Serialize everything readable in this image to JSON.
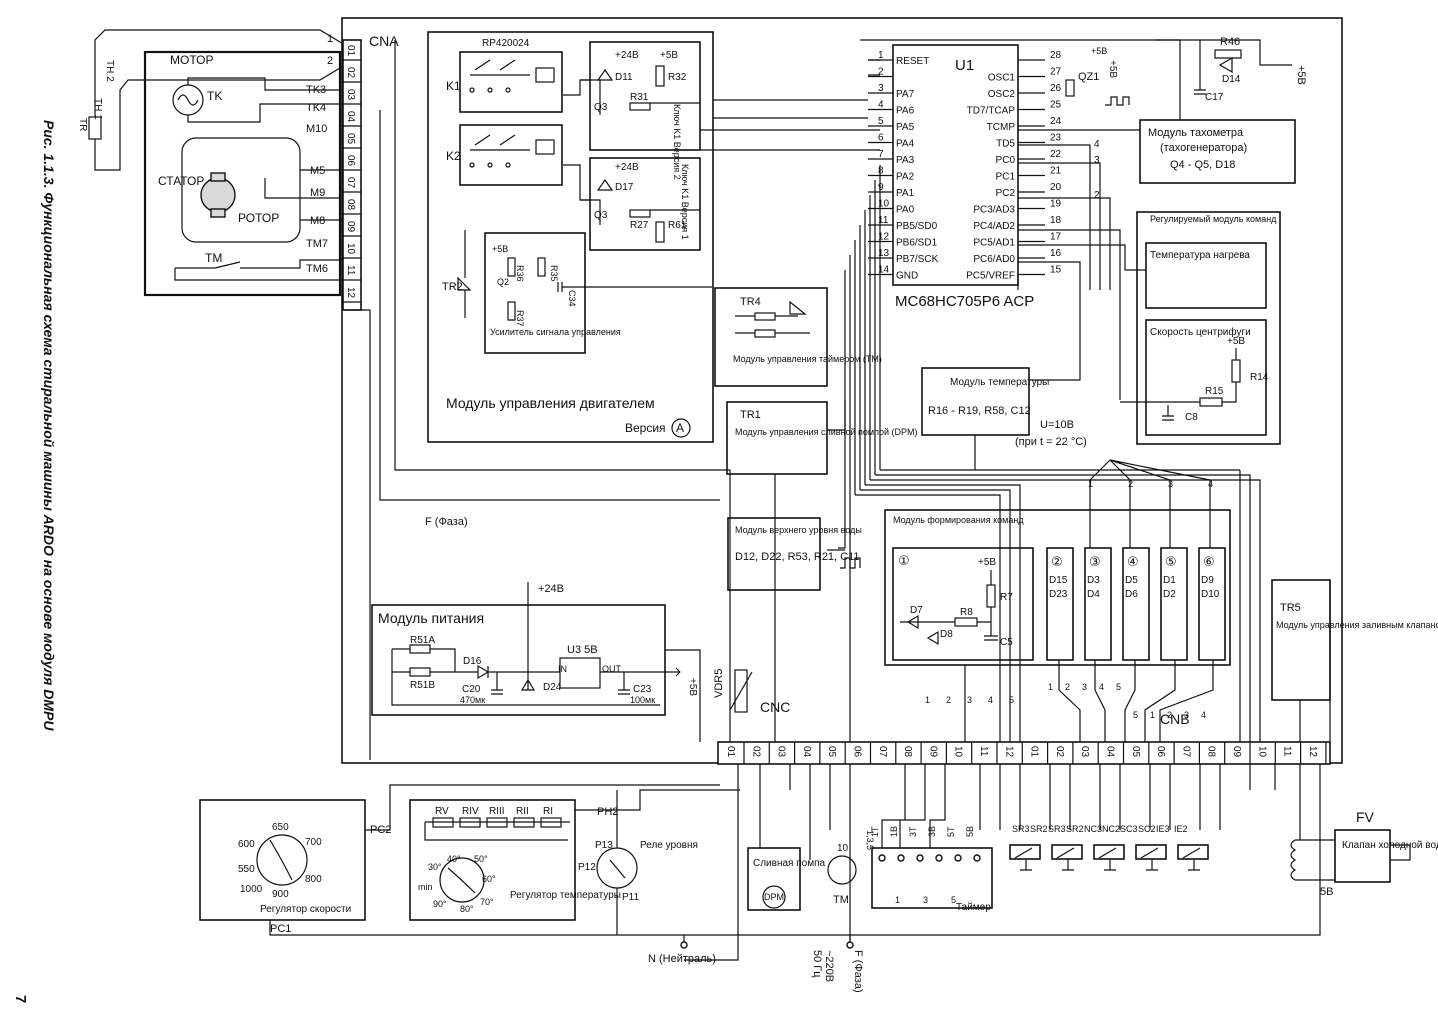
{
  "caption": "Рис. 1.1.3. Функциональная схема стиральной машины ARDO на основе модуля DMPU",
  "page_number": "7",
  "connectors": {
    "cna": "CNA",
    "cnb": "CNB",
    "cnc": "CNC",
    "cna_pins": [
      "01",
      "02",
      "03",
      "04",
      "05",
      "06",
      "07",
      "08",
      "09",
      "10",
      "11",
      "12"
    ],
    "cna_wires": [
      "TK3",
      "TK4",
      "M10",
      "M5",
      "M9",
      "M8",
      "TM7",
      "TM6"
    ],
    "cna_outer": [
      "1",
      "2"
    ],
    "cnc_pins": [
      "01",
      "02",
      "03",
      "04",
      "05",
      "06",
      "07",
      "08",
      "09",
      "10",
      "11",
      "12"
    ],
    "cnb_pins": [
      "01",
      "02",
      "03",
      "04",
      "05",
      "06",
      "07",
      "08",
      "09",
      "10",
      "11",
      "12"
    ]
  },
  "motor": {
    "title": "МОТОР",
    "tk": "TK",
    "stator": "СТАТОР",
    "rotor": "РОТОР",
    "tm": "TM",
    "th1": "TH 1",
    "th2": "TH 2",
    "tr": "TR"
  },
  "motor_module": {
    "title": "Модуль управления двигателем",
    "version": "Версия",
    "version_mark": "A",
    "relay_part": "RP420024",
    "k1": "K1",
    "k2": "K2",
    "v24": "+24В",
    "v5": "+5В",
    "key1_ver2": "Ключ K1 Версия 2",
    "key1_ver1": "Ключ K1 Версия 1",
    "parts1": [
      "D11",
      "R31",
      "R32",
      "Q3"
    ],
    "parts2": [
      "D17",
      "R27",
      "R61",
      "Q3"
    ],
    "amp_title": "Усилитель сигнала управления",
    "amp_parts": [
      "+5В",
      "R36",
      "R35",
      "Q2",
      "R37",
      "C34"
    ],
    "tr2": "TR2"
  },
  "mcu": {
    "name": "U1",
    "part": "MC68HC705P6 ACP",
    "left_pins": [
      {
        "n": "1",
        "label": "RESET"
      },
      {
        "n": "2",
        "label": ""
      },
      {
        "n": "3",
        "label": "PA7"
      },
      {
        "n": "4",
        "label": "PA6"
      },
      {
        "n": "5",
        "label": "PA5"
      },
      {
        "n": "6",
        "label": "PA4"
      },
      {
        "n": "7",
        "label": "PA3"
      },
      {
        "n": "8",
        "label": "PA2"
      },
      {
        "n": "9",
        "label": "PA1"
      },
      {
        "n": "10",
        "label": "PA0"
      },
      {
        "n": "11",
        "label": "PB5/SD0"
      },
      {
        "n": "12",
        "label": "PB6/SD1"
      },
      {
        "n": "13",
        "label": "PB7/SCK"
      },
      {
        "n": "14",
        "label": "GND"
      }
    ],
    "right_pins": [
      {
        "n": "28",
        "label": ""
      },
      {
        "n": "27",
        "label": "OSC1"
      },
      {
        "n": "26",
        "label": "OSC2"
      },
      {
        "n": "25",
        "label": "TD7/TCAP"
      },
      {
        "n": "24",
        "label": "TCMP"
      },
      {
        "n": "23",
        "label": "TD5"
      },
      {
        "n": "22",
        "label": "PC0"
      },
      {
        "n": "21",
        "label": "PC1"
      },
      {
        "n": "20",
        "label": "PC2"
      },
      {
        "n": "19",
        "label": "PC3/AD3"
      },
      {
        "n": "18",
        "label": "PC4/AD2"
      },
      {
        "n": "17",
        "label": "PC5/AD1"
      },
      {
        "n": "16",
        "label": "PC6/AD0"
      },
      {
        "n": "15",
        "label": "PC5/VREF"
      }
    ],
    "bus_marks": [
      "4",
      "3",
      "2"
    ],
    "v5": "+5В",
    "qz1": "QZ1",
    "r46": "R46",
    "d14": "D14",
    "c17": "C17",
    "v5b": "+5В"
  },
  "tacho": {
    "text": [
      "Модуль тахометра",
      "(тахогенератора)",
      "Q4 - Q5, D18"
    ]
  },
  "cmd_module": {
    "title": "Регулируемый модуль команд",
    "temp": "Температура нагрева",
    "spin": "Скорость центрифуги",
    "parts": [
      "+5В",
      "R14",
      "R15",
      "C8"
    ]
  },
  "timer_module": {
    "tr4": "TR4",
    "title": "Модуль управления таймером (TM)"
  },
  "pump_module": {
    "tr1": "TR1",
    "title": "Модуль управления сливной помпой (DPM)"
  },
  "temp_module": {
    "title": "Модуль температуры",
    "parts": "R16 - R19, R58, C12",
    "u": "U=10В",
    "cond": "(при t = 22 °C)"
  },
  "water_module": {
    "title": "Модуль верхнего уровня воды",
    "parts": "D12, D22, R53, R21, C11"
  },
  "phase_label": "F (Фаза)",
  "command_module": {
    "title": "Модуль формирования команд",
    "n1": "①",
    "v5": "+5В",
    "parts": [
      "D7",
      "D8",
      "R8",
      "R7",
      "C5"
    ],
    "channels": [
      {
        "n": "②",
        "d": "D15",
        "e": "D23"
      },
      {
        "n": "③",
        "d": "D3",
        "e": "D4"
      },
      {
        "n": "④",
        "d": "D5",
        "e": "D6"
      },
      {
        "n": "⑤",
        "d": "D1",
        "e": "D2"
      },
      {
        "n": "⑥",
        "d": "D9",
        "e": "D10"
      }
    ],
    "bus": [
      "1",
      "2",
      "3",
      "4"
    ]
  },
  "power_module": {
    "title": "Модуль питания",
    "v24": "+24В",
    "v5": "+5В",
    "parts": [
      "R51A",
      "R51B",
      "D16",
      "C20",
      "470мк",
      "D24",
      "U3 5В",
      "IN",
      "OUT",
      "C23",
      "100мк"
    ],
    "vdr": "VDR5"
  },
  "valve_module": {
    "tr5": "TR5",
    "title": "Модуль управления заливным клапаном (WV)"
  },
  "speed_regulator": {
    "title": "Регулятор скорости",
    "values": [
      "650",
      "700",
      "800",
      "900",
      "1000",
      "550",
      "600"
    ],
    "pc1": "PC1",
    "pc2": "PC2"
  },
  "temp_regulator": {
    "title": "Регулятор температуры",
    "resistors": [
      "RV",
      "RIV",
      "RIII",
      "RII",
      "RI"
    ],
    "values": [
      "30°",
      "40°",
      "50°",
      "60°",
      "70°",
      "80°",
      "90°",
      "min",
      "90°"
    ],
    "ph2": "PH2"
  },
  "level_relay": {
    "title": "Реле уровня",
    "pins": [
      "P13",
      "P12",
      "P11"
    ]
  },
  "drain_pump": {
    "title": "Сливная помпа",
    "label": "DPM"
  },
  "timer_motor": {
    "tm": "TM",
    "title": "Таймер",
    "pins_top": [
      "1T",
      "1B",
      "3T",
      "3B",
      "5T",
      "5B"
    ],
    "pins_bot": [
      "1",
      "3",
      "5"
    ],
    "n10": "10",
    "n135": "1,3,5"
  },
  "switches": [
    "SR3",
    "SR2",
    "SR3",
    "SR2",
    "NC3",
    "NC2",
    "SC3",
    "SC2",
    "IE3",
    "IE2"
  ],
  "valve": {
    "fv": "FV",
    "title": "Клапан холодной воды",
    "v": "5В"
  },
  "mains": {
    "neutral": "N (Нейтраль)",
    "phase": "F (Фаза)",
    "voltage": "~220В",
    "freq": "50 Гц"
  },
  "cnb_lines": [
    "1",
    "2",
    "3",
    "4",
    "5",
    "5",
    "1",
    "2",
    "3",
    "4"
  ],
  "cnc_lines": [
    "1",
    "2",
    "3",
    "4",
    "5"
  ]
}
